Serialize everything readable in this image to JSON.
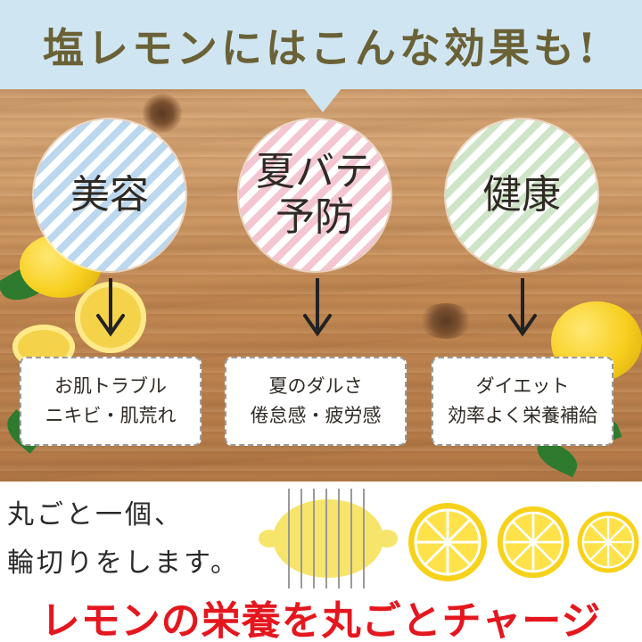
{
  "header": {
    "title": "塩レモンにはこんな効果も!"
  },
  "circles": [
    {
      "label": "美容"
    },
    {
      "label_line1": "夏バテ",
      "label_line2": "予防"
    },
    {
      "label": "健康"
    }
  ],
  "boxes": [
    {
      "line1": "お肌トラブル",
      "line2": "ニキビ・肌荒れ"
    },
    {
      "line1": "夏のダルさ",
      "line2": "倦怠感・疲労感"
    },
    {
      "line1": "ダイエット",
      "line2": "効率よく栄養補給"
    }
  ],
  "bottom": {
    "line1": "丸ごと一個、",
    "line2": "輪切りをします。",
    "banner": "レモンの栄養を丸ごとチャージ"
  },
  "colors": {
    "header_bg": "#cfe6f2",
    "title_text": "#6b6136",
    "banner_red": "#e4171e",
    "circle_blue": "#bcd8ef",
    "circle_pink": "#f4c6d2",
    "circle_green": "#cfe5c8",
    "lemon_yellow": "#f7d21a"
  }
}
